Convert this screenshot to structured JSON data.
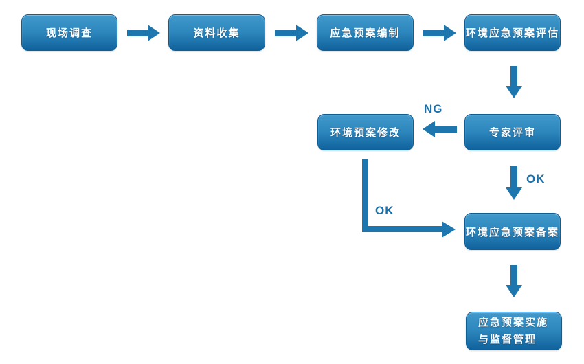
{
  "diagram": {
    "type": "flowchart",
    "nodes": [
      {
        "id": "site-survey",
        "label": "现场调查"
      },
      {
        "id": "data-collection",
        "label": "资料收集"
      },
      {
        "id": "plan-compilation",
        "label": "应急预案编制"
      },
      {
        "id": "plan-assessment",
        "label": "环境应急预案评估"
      },
      {
        "id": "expert-review",
        "label": "专家评审"
      },
      {
        "id": "plan-revision",
        "label": "环境预案修改"
      },
      {
        "id": "plan-filing",
        "label": "环境应急预案备案"
      },
      {
        "id": "implementation",
        "label": "应急预案实施\n与监督管理"
      }
    ],
    "edge_labels": [
      {
        "id": "ng-review-to-revision",
        "text": "NG"
      },
      {
        "id": "ok-revision-to-filing",
        "text": "OK"
      },
      {
        "id": "ok-review-to-filing",
        "text": "OK"
      }
    ],
    "colors": {
      "node_gradient_top": "#4199cb",
      "node_gradient_bottom": "#10629c",
      "node_border": "#0e5e96",
      "node_text": "#ffffff",
      "arrow": "#1d76ae",
      "edge_label_text": "#1a71aa",
      "background": "#ffffff"
    }
  }
}
